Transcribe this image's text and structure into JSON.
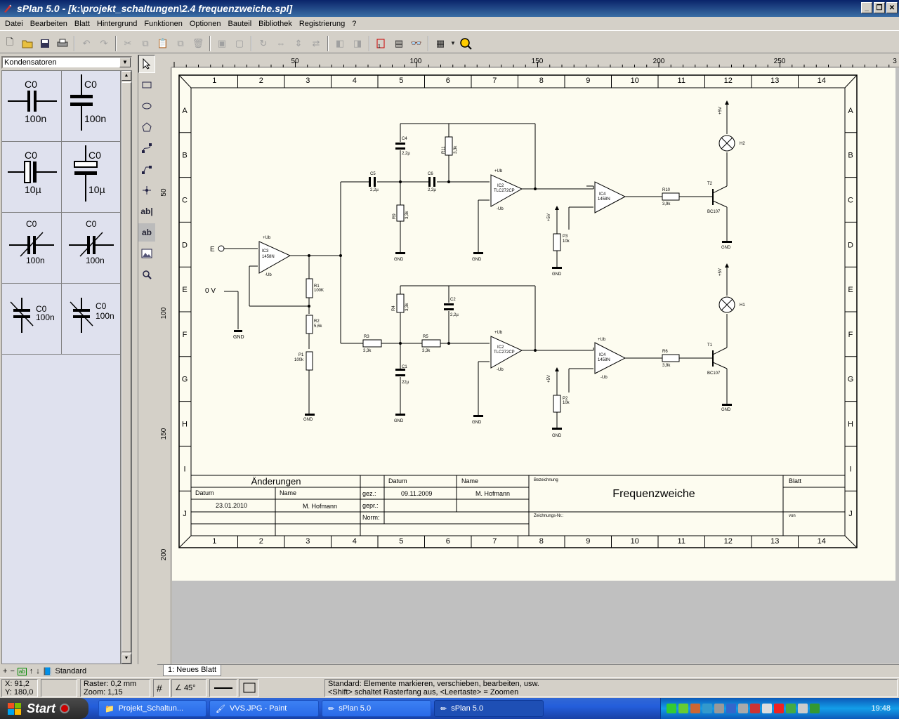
{
  "window": {
    "title": "sPlan 5.0 - [k:\\projekt_schaltungen\\2.4 frequenzweiche.spl]",
    "buttons": [
      "_",
      "❐",
      "✕"
    ]
  },
  "menu": [
    "Datei",
    "Bearbeiten",
    "Blatt",
    "Hintergrund",
    "Funktionen",
    "Optionen",
    "Bauteil",
    "Bibliothek",
    "Registrierung",
    "?"
  ],
  "library": {
    "selected": "Kondensatoren",
    "components": [
      {
        "name": "C0",
        "value": "100n"
      },
      {
        "name": "C0",
        "value": "100n"
      },
      {
        "name": "C0",
        "value": "10µ"
      },
      {
        "name": "C0",
        "value": "10µ"
      },
      {
        "name": "C0",
        "value": "100n"
      },
      {
        "name": "C0",
        "value": "100n"
      },
      {
        "name": "C0",
        "value": "100n"
      },
      {
        "name": "C0",
        "value": "100n"
      }
    ],
    "footer_label": "Standard"
  },
  "ruler": {
    "top": [
      "50",
      "100",
      "150",
      "200",
      "250",
      "3"
    ],
    "left": [
      "50",
      "100",
      "150",
      "200"
    ]
  },
  "sheet": {
    "columns": [
      "1",
      "2",
      "3",
      "4",
      "5",
      "6",
      "7",
      "8",
      "9",
      "10",
      "11",
      "12",
      "13",
      "14"
    ],
    "rows": [
      "A",
      "B",
      "C",
      "D",
      "E",
      "F",
      "G",
      "H",
      "I",
      "J"
    ]
  },
  "schematic": {
    "input_label": "E",
    "zero_label": "0 V",
    "gnd": "GND",
    "plus5": "+5V",
    "opamps": {
      "ic3": [
        "IC3",
        "1458N"
      ],
      "ic2a": [
        "IC2",
        "TLC272CP"
      ],
      "ic2b": [
        "IC2",
        "TLC272CP"
      ],
      "ic4a": [
        "IC4",
        "1458N"
      ],
      "ic4b": [
        "IC4",
        "1458N"
      ],
      "plus_ub": "+Ub",
      "minus_ub": "-Ub"
    },
    "parts": {
      "r1": [
        "R1",
        "100K"
      ],
      "r2": [
        "R2",
        "5,6k"
      ],
      "p1": [
        "P1",
        "100k"
      ],
      "c4": [
        "C4",
        "2,2µ"
      ],
      "c5": [
        "C5",
        "2,2µ"
      ],
      "c6": [
        "C6",
        "2,2µ"
      ],
      "r11": [
        "R11",
        "3,3k"
      ],
      "r9": [
        "R9",
        "3,3k"
      ],
      "r4": [
        "R4",
        "3,3k"
      ],
      "c2": [
        "C2",
        "2,2µ"
      ],
      "r3": [
        "R3",
        "3,3k"
      ],
      "r5": [
        "R5",
        "3,3k"
      ],
      "c1": [
        "C1",
        "22µ"
      ],
      "p3": [
        "P3",
        "10k"
      ],
      "p2": [
        "P2",
        "10k"
      ],
      "r10": [
        "R10",
        "3,9k"
      ],
      "r6": [
        "R6",
        "3,9k"
      ],
      "t2": [
        "T2",
        "BC107"
      ],
      "t1": [
        "T1",
        "BC107"
      ],
      "h2": "H2",
      "h1": "H1"
    }
  },
  "titleblock": {
    "changes": "Änderungen",
    "date_h": "Datum",
    "name_h": "Name",
    "change_date": "23.01.2010",
    "change_name": "M. Hofmann",
    "gez": "gez.:",
    "gepr": "gepr.:",
    "norm": "Norm:",
    "date_h2": "Datum",
    "name_h2": "Name",
    "gez_date": "09.11.2009",
    "gez_name": "M. Hofmann",
    "designation_label": "Bezeichnung",
    "designation": "Frequenzweiche",
    "drawing_no_label": "Zeichnungs-Nr.:",
    "sheet_label": "Blatt",
    "of_label": "von"
  },
  "tab": "1: Neues Blatt",
  "status": {
    "x": "X: 91,2",
    "y": "Y: 180,0",
    "raster": "Raster: 0,2 mm",
    "zoom": "Zoom:    1,15",
    "angle": "45°",
    "hint1": "Standard: Elemente markieren, verschieben, bearbeiten, usw.",
    "hint2": "<Shift> schaltet Rasterfang aus, <Leertaste> = Zoomen"
  },
  "taskbar": {
    "start": "Start",
    "tasks": [
      "Projekt_Schaltun...",
      "VVS.JPG - Paint",
      "sPlan 5.0",
      "sPlan 5.0"
    ],
    "clock": "19:48"
  }
}
